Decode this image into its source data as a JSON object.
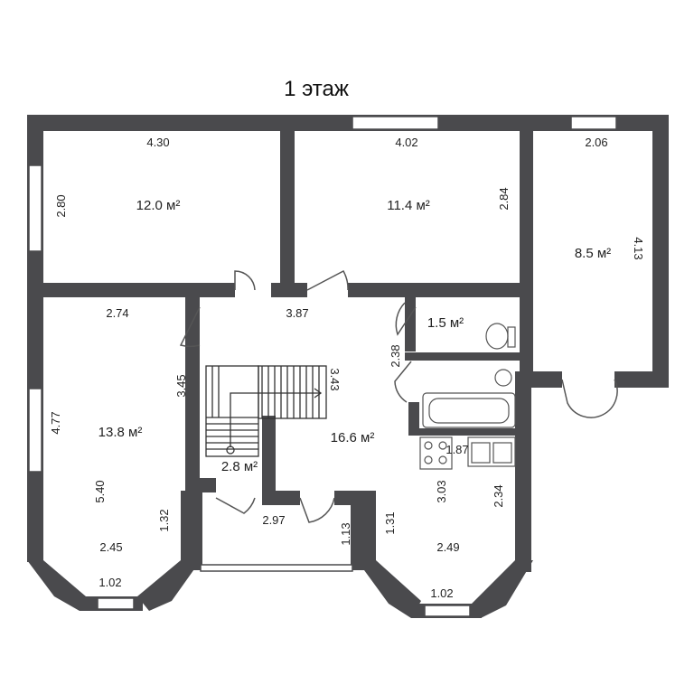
{
  "title": "1 этаж",
  "colors": {
    "wall": "#4a4a4d",
    "fixture": "#555555",
    "background": "#ffffff"
  },
  "rooms": [
    {
      "id": "room-top-left",
      "area": "12.0 м²",
      "dims": [
        "4.30",
        "2.80"
      ]
    },
    {
      "id": "room-top-middle",
      "area": "11.4 м²",
      "dims": [
        "4.02",
        "2.84"
      ]
    },
    {
      "id": "room-top-right",
      "area": "8.5 м²",
      "dims": [
        "2.06",
        "4.13"
      ]
    },
    {
      "id": "room-left",
      "area": "13.8 м²",
      "dims": [
        "2.74",
        "3.45",
        "4.77",
        "5.40",
        "1.32",
        "2.45",
        "1.02"
      ]
    },
    {
      "id": "wc",
      "area": "1.5 м²",
      "dims": [
        "2.38"
      ]
    },
    {
      "id": "stair-closet",
      "area": "2.8 м²",
      "dims": []
    },
    {
      "id": "hall",
      "area": "16.6 м²",
      "dims": [
        "3.87",
        "3.43",
        "1.87",
        "3.03",
        "2.34",
        "1.31",
        "2.49",
        "1.02"
      ]
    },
    {
      "id": "vestibule",
      "area": "",
      "dims": [
        "2.97",
        "1.13"
      ]
    }
  ]
}
